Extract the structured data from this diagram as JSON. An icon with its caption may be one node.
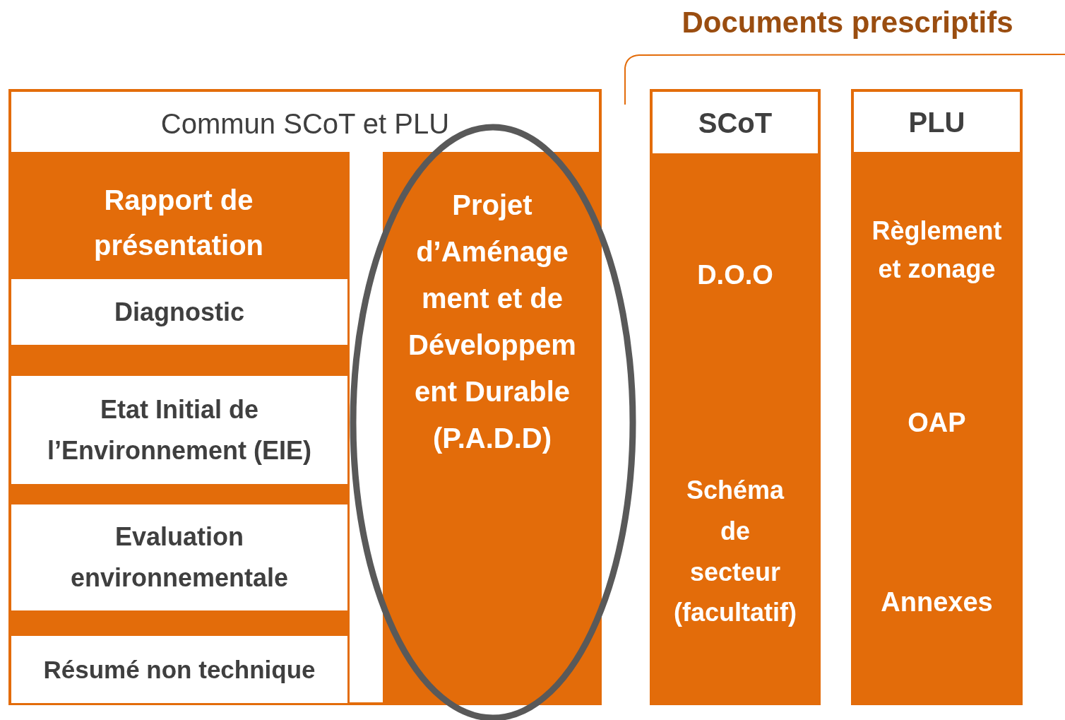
{
  "diagram": {
    "title": "Documents prescriptifs",
    "nodes": [
      {
        "text": [
          "Commun SCoT et PLU"
        ]
      },
      {
        "text": [
          "Rapport de présentation"
        ],
        "in": 0
      },
      {
        "text": [
          "Diagnostic"
        ],
        "in": 1
      },
      {
        "text": [
          "Etat Initial de l’Environnement (EIE)"
        ],
        "in": 1
      },
      {
        "text": [
          "Evaluation environnementale"
        ],
        "in": 1
      },
      {
        "text": [
          "Résumé non technique"
        ],
        "in": 1
      },
      {
        "text": [
          "Projet d’Aménagement et de Développement Durable (P.A.D.D)"
        ],
        "in": 0
      },
      {
        "text": [
          "SCoT"
        ]
      },
      {
        "text": [
          "D.O.O"
        ],
        "in": 7
      },
      {
        "text": [
          "Schéma de secteur (facultatif)"
        ],
        "in": 7
      },
      {
        "text": [
          "PLU"
        ]
      },
      {
        "text": [
          "Règlement et zonage"
        ],
        "in": 10
      },
      {
        "text": [
          "OAP"
        ],
        "in": 10
      },
      {
        "text": [
          "Annexes"
        ],
        "in": 10
      }
    ],
    "edges": []
  }
}
